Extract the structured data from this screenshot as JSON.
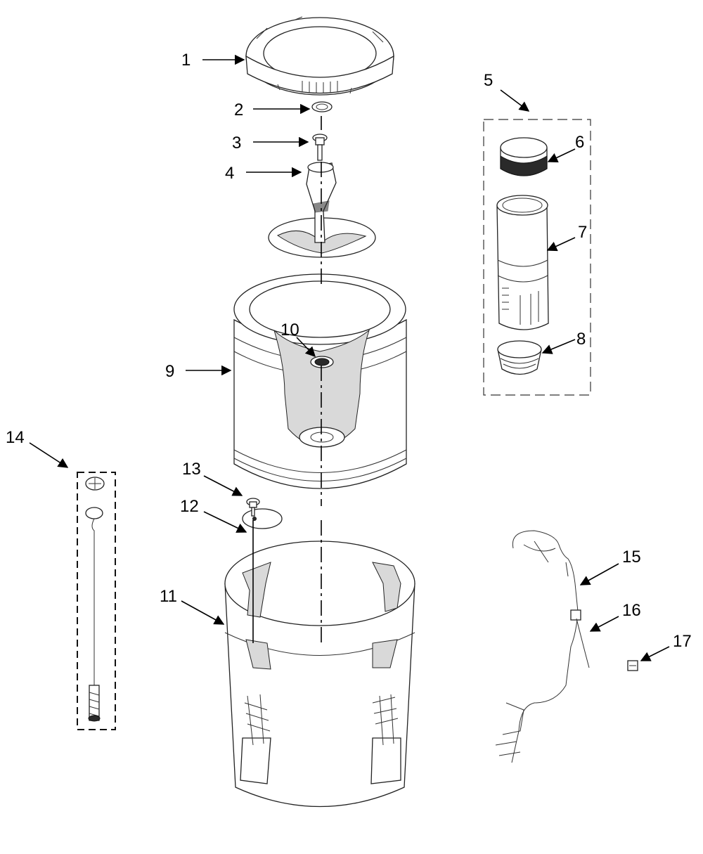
{
  "diagram": {
    "type": "exploded-parts-view",
    "callouts": [
      "1",
      "2",
      "3",
      "4",
      "5",
      "6",
      "7",
      "8",
      "9",
      "10",
      "11",
      "12",
      "13",
      "14",
      "15",
      "16",
      "17"
    ]
  },
  "colors": {
    "line": "#000000",
    "background": "#ffffff",
    "shade": "#d9d9d9"
  }
}
